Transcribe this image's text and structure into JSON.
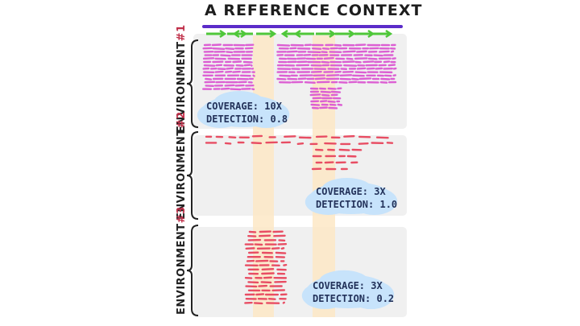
{
  "title": "A REFERENCE CONTEXT",
  "environments": [
    {
      "name": "ENVIRONMENT",
      "number": "#1",
      "coverage": "COVERAGE: 10X",
      "detection": "DETECTION: 0.8"
    },
    {
      "name": "ENVIRONMENT",
      "number": "#2",
      "coverage": "COVERAGE: 3X",
      "detection": "DETECTION: 1.0"
    },
    {
      "name": "ENVIRONMENT",
      "number": "#3",
      "coverage": "COVERAGE: 3X",
      "detection": "DETECTION: 0.2"
    }
  ],
  "colors": {
    "reference_line": "#5b2cc9",
    "arrows": "#4fc73a",
    "env1_reads": "#dc5fd3",
    "env2_reads": "#e84d63",
    "env3_reads": "#e84d63",
    "highlight_band": "#fde8c6",
    "panel_bg": "#f0f0f0",
    "cloud": "#c7e3fb",
    "label_number": "#c0304a"
  },
  "icons": [
    "reference-line",
    "direction-arrow",
    "read-dash",
    "bracket",
    "coverage-cloud"
  ]
}
